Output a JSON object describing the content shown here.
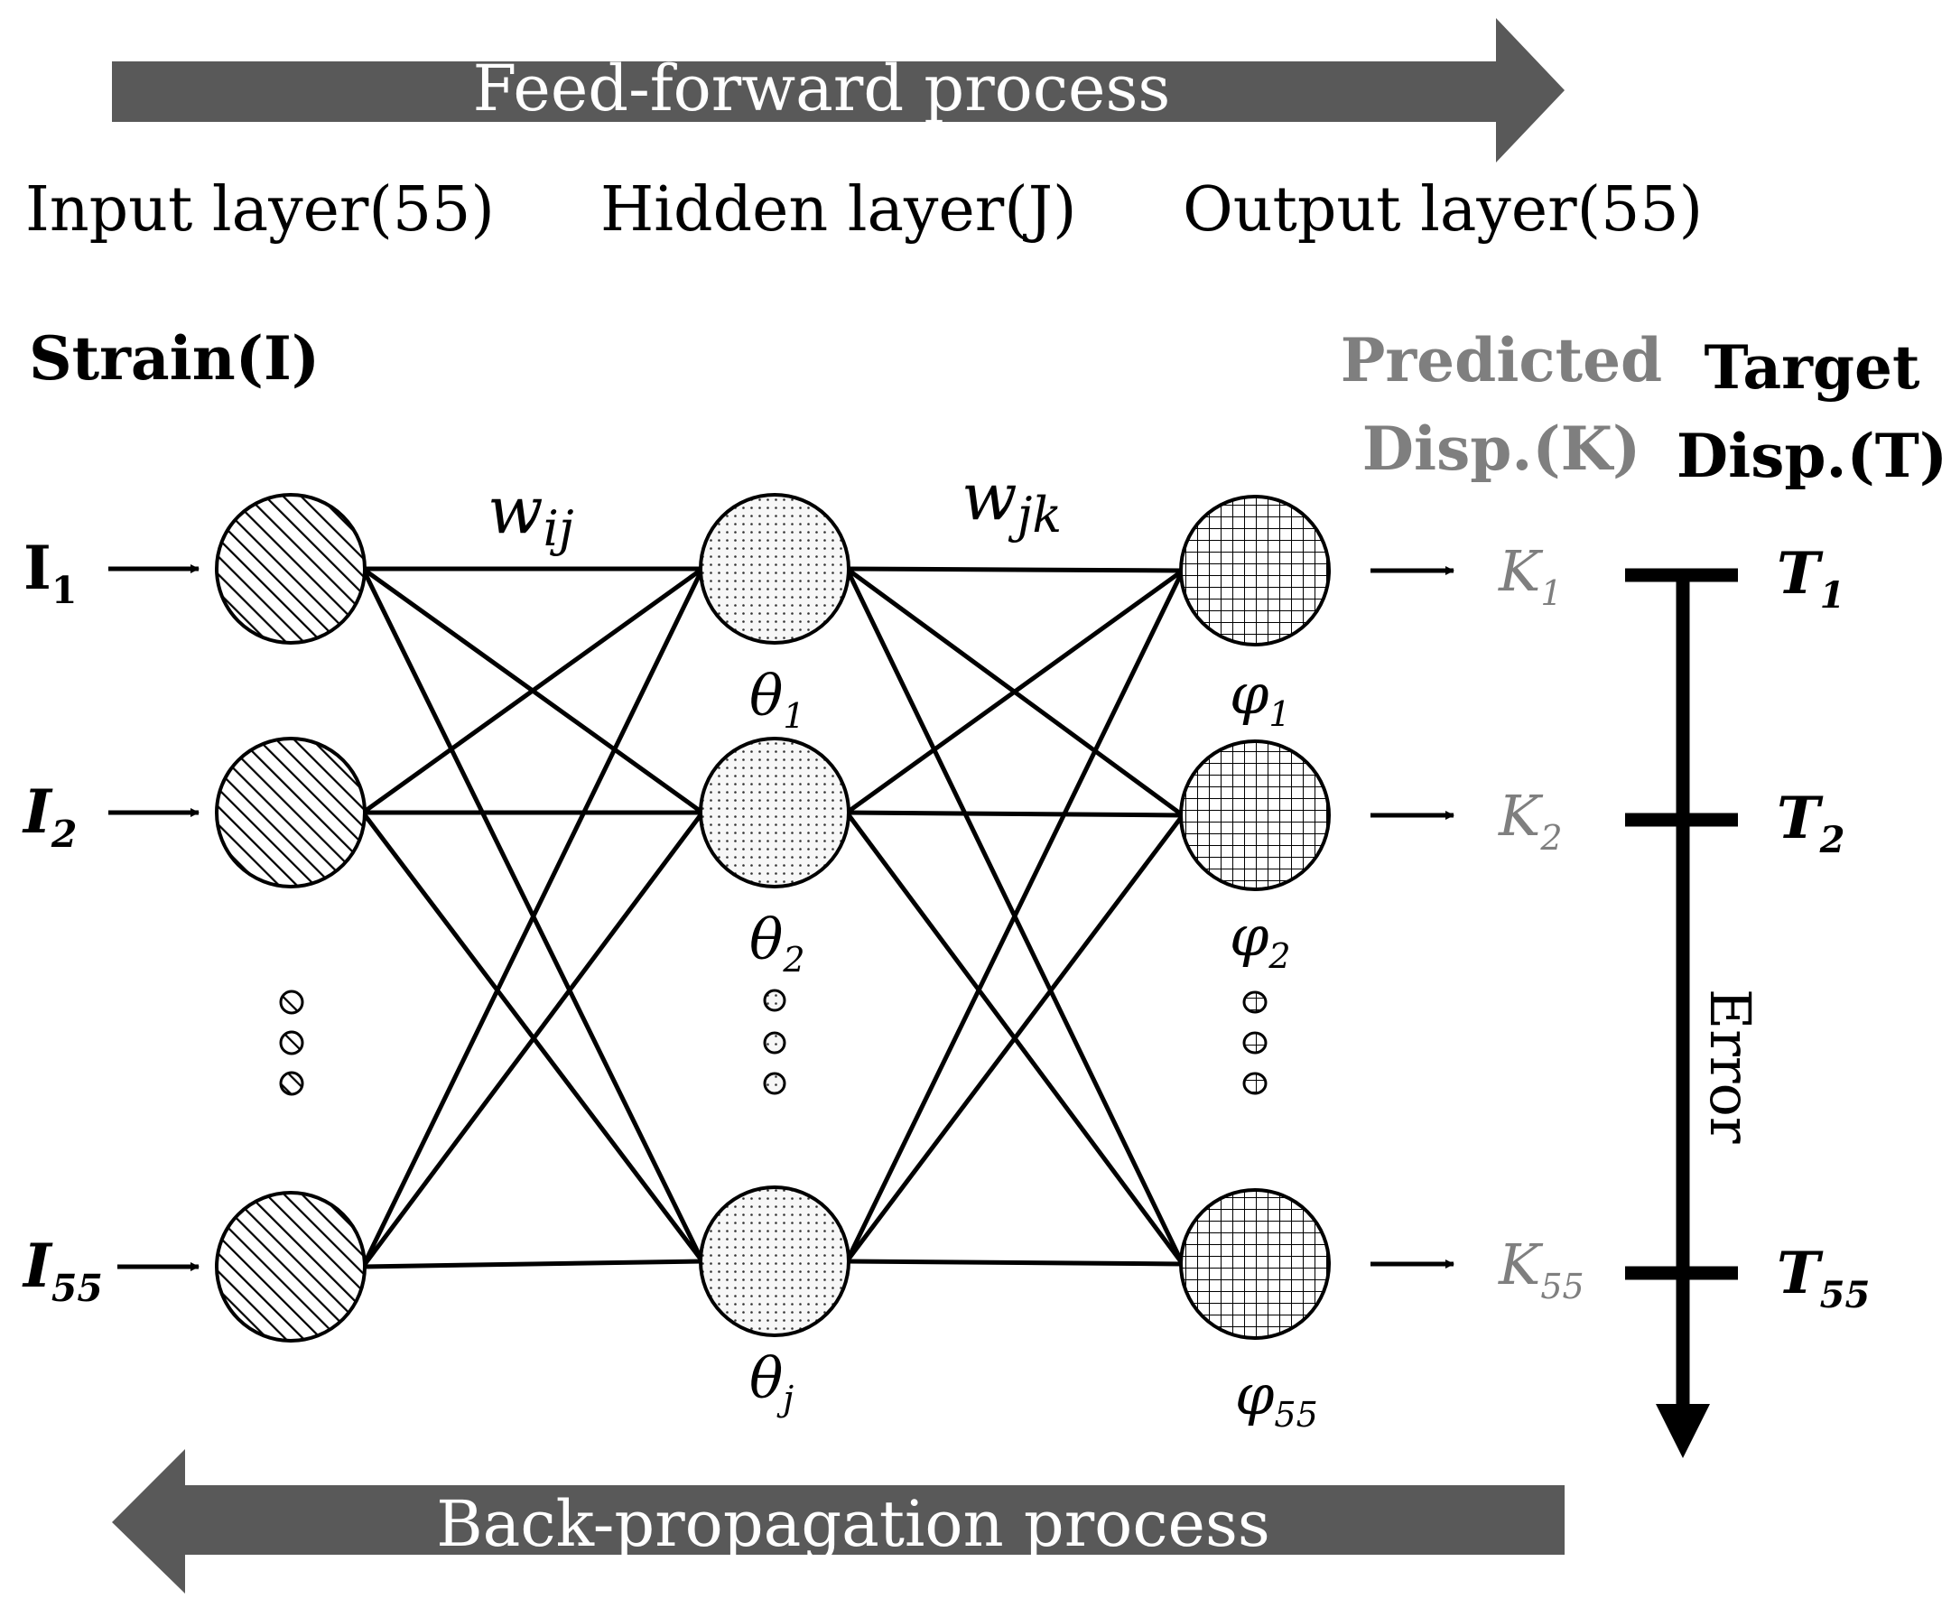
{
  "process": {
    "feed_forward": "Feed-forward process",
    "back_propagation": "Back-propagation process"
  },
  "layers": {
    "input_label": "Input layer(55)",
    "hidden_label": "Hidden layer(J)",
    "output_label": "Output layer(55)"
  },
  "headers": {
    "strain_label": "Strain(I)",
    "predicted_line1": "Predicted",
    "predicted_line2": "Disp.(K)",
    "target_line1": "Target",
    "target_line2": "Disp.(T)"
  },
  "weights": {
    "input_hidden": "w_ij",
    "hidden_output": "w_jk"
  },
  "inputs": [
    {
      "name": "I",
      "sub": "1"
    },
    {
      "name": "I",
      "sub": "2"
    },
    {
      "name": "I",
      "sub": "55"
    }
  ],
  "hidden": [
    {
      "name": "θ",
      "sub": "1"
    },
    {
      "name": "θ",
      "sub": "2"
    },
    {
      "name": "θ",
      "sub": "j"
    }
  ],
  "outputs": [
    {
      "name": "φ",
      "sub": "1"
    },
    {
      "name": "φ",
      "sub": "2"
    },
    {
      "name": "φ",
      "sub": "55"
    }
  ],
  "predicted": [
    {
      "name": "K",
      "sub": "1"
    },
    {
      "name": "K",
      "sub": "2"
    },
    {
      "name": "K",
      "sub": "55"
    }
  ],
  "targets": [
    {
      "name": "T",
      "sub": "1"
    },
    {
      "name": "T",
      "sub": "2"
    },
    {
      "name": "T",
      "sub": "55"
    }
  ],
  "error_label": "Error",
  "colors": {
    "arrow_fill": "#595959",
    "arrow_text": "#ffffff",
    "predicted_text": "#7f7f7f",
    "line": "#000000"
  }
}
